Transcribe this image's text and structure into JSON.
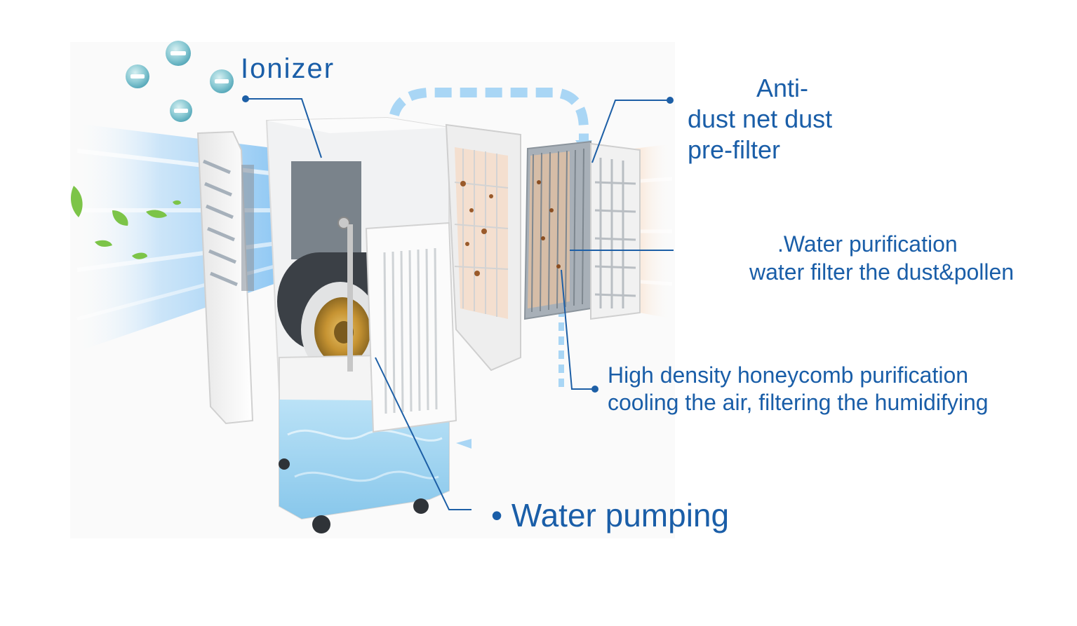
{
  "colors": {
    "text": "#1a5ea8",
    "leader": "#1d5fa6",
    "water": "#9fd4f2",
    "airflow_cool": "#9fd0f5",
    "airflow_warm": "#f6c9a4",
    "ion": "#67b6c6",
    "leaf": "#7cc448",
    "panel": "#f4f4f4",
    "fan": "#3b4046",
    "gold": "#d2a740"
  },
  "labels": {
    "ionizer": "Ionizer",
    "anti_dust": [
      "Anti-",
      "dust net dust",
      "pre-filter"
    ],
    "water_purification": [
      ".Water purification",
      "water filter the dust&pollen"
    ],
    "honeycomb": [
      "High density honeycomb purification",
      "cooling the air, filtering the humidifying"
    ],
    "water_pumping": "• Water pumping"
  },
  "icons": {
    "ion": "negative-ion-icon",
    "leaf": "leaf-icon"
  }
}
